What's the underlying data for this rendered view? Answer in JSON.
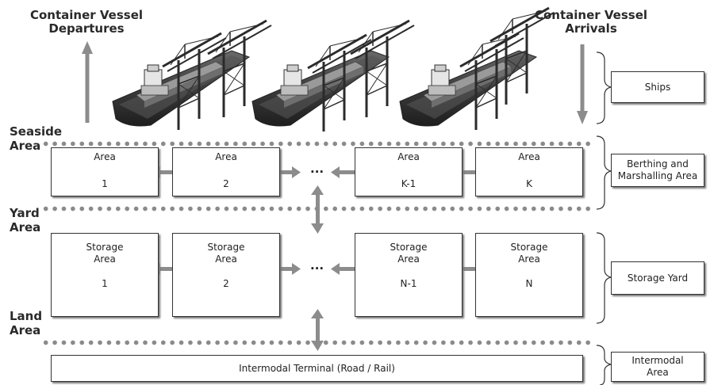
{
  "headers": {
    "departures": "Container Vessel\nDepartures",
    "arrivals": "Container Vessel\nArrivals"
  },
  "zones": {
    "seaside": "Seaside\nArea",
    "yard": "Yard\nArea",
    "land": "Land\nArea"
  },
  "berth_areas": [
    {
      "title": "Area",
      "num": "1"
    },
    {
      "title": "Area",
      "num": "2"
    },
    {
      "title": "Area",
      "num": "K-1"
    },
    {
      "title": "Area",
      "num": "K"
    }
  ],
  "storage_areas": [
    {
      "title": "Storage\nArea",
      "num": "1"
    },
    {
      "title": "Storage\nArea",
      "num": "2"
    },
    {
      "title": "Storage\nArea",
      "num": "N-1"
    },
    {
      "title": "Storage\nArea",
      "num": "N"
    }
  ],
  "ellipsis": "...",
  "terminal": "Intermodal Terminal (Road / Rail)",
  "side_labels": {
    "ships": "Ships",
    "berthing": "Berthing and\nMarshalling Area",
    "storage": "Storage Yard",
    "intermodal": "Intermodal\nArea"
  },
  "colors": {
    "arrow": "#8c8c8c",
    "dots": "#8a8a8a",
    "ship_hull": "#3a3a3a",
    "crane": "#2e2e2e"
  }
}
